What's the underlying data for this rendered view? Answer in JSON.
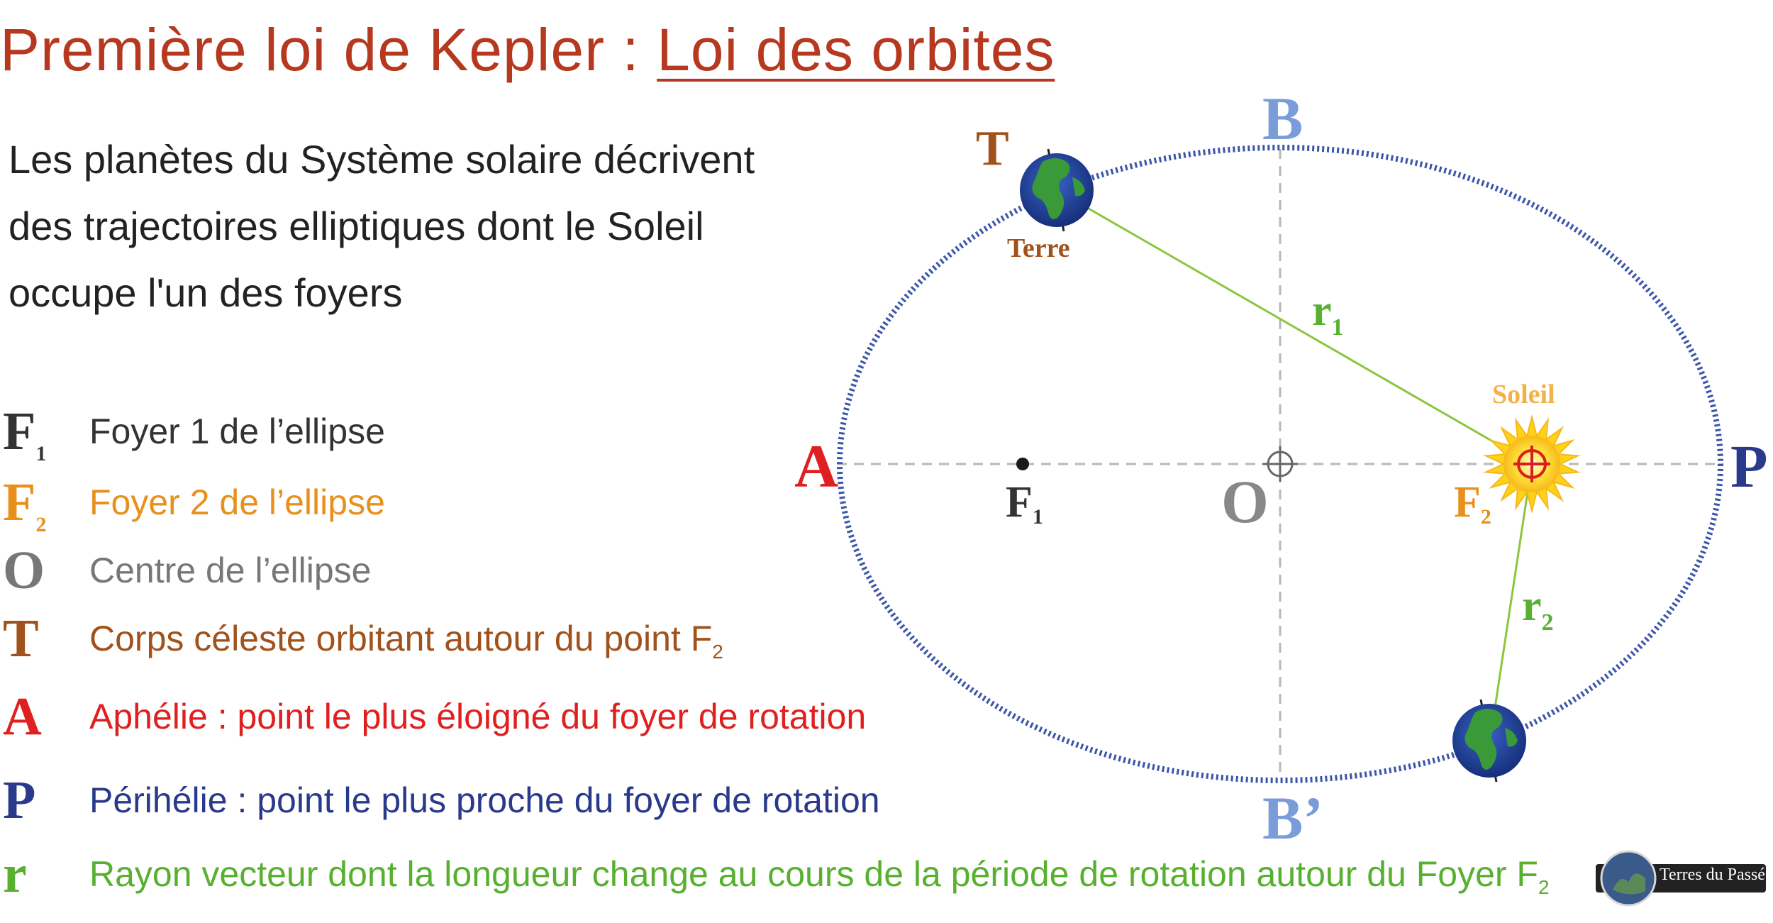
{
  "title": {
    "main": "Première loi de Kepler : ",
    "sub": "Loi des orbites"
  },
  "intro": [
    "Les planètes du Système solaire décrivent",
    "des trajectoires elliptiques dont le Soleil",
    "occupe l'un des foyers"
  ],
  "legend": [
    {
      "symbol": "F",
      "symbol_sub": "1",
      "text": "Foyer 1 de l’ellipse",
      "text_sub": "",
      "color": "#333333"
    },
    {
      "symbol": "F",
      "symbol_sub": "2",
      "text": "Foyer 2 de l’ellipse",
      "text_sub": "",
      "color": "#e8901c"
    },
    {
      "symbol": "O",
      "symbol_sub": "",
      "text": "Centre de l’ellipse",
      "text_sub": "",
      "color": "#777777"
    },
    {
      "symbol": "T",
      "symbol_sub": "",
      "text": "Corps céleste orbitant autour du point F",
      "text_sub": "2",
      "color": "#a0521c"
    },
    {
      "symbol": "A",
      "symbol_sub": "",
      "text": "Aphélie : point le plus éloigné du foyer de rotation",
      "text_sub": "",
      "color": "#e02020"
    },
    {
      "symbol": "P",
      "symbol_sub": "",
      "text": "Périhélie : point le plus proche du foyer de rotation",
      "text_sub": "",
      "color": "#2a3a8a"
    },
    {
      "symbol": "r",
      "symbol_sub": "",
      "text": "Rayon vecteur dont la longueur change au cours de la période de rotation autour du Foyer F",
      "text_sub": "2",
      "color": "#58b030"
    }
  ],
  "diagram": {
    "labels": {
      "A": "A",
      "P": "P",
      "B": "B",
      "B_prime": "B’",
      "O": "O",
      "F1": "F",
      "F1_sub": "1",
      "F2": "F",
      "F2_sub": "2",
      "T": "T",
      "earth": "Terre",
      "sun": "Soleil",
      "r1": "r",
      "r1_sub": "1",
      "r2": "r",
      "r2_sub": "2"
    },
    "colors": {
      "orbit": "#3b55a8",
      "axes": "#b8b8b8",
      "radius": "#8cc63f",
      "sun_core": "#ffe23a",
      "sun_target": "#d81e1e",
      "A": "#e02020",
      "P": "#2a3a8a",
      "B": "#7a9cd8",
      "O": "#888888",
      "F1": "#333333",
      "F2": "#e8901c",
      "T": "#a0521c",
      "earth_label": "#a0521c",
      "sun_label": "#f2b24a",
      "r": "#58b030"
    }
  },
  "logo": {
    "text": "Terres du Passé"
  }
}
